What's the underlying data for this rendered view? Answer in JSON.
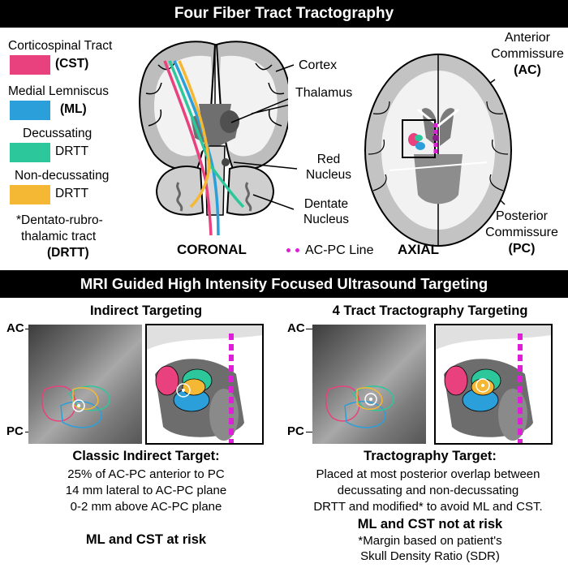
{
  "banners": {
    "top": "Four Fiber Tract Tractography",
    "bottom": "MRI Guided High Intensity Focused Ultrasound Targeting"
  },
  "legend": {
    "cst_name": "Corticospinal Tract",
    "cst_abbr": "(CST)",
    "ml_name": "Medial Lemniscus",
    "ml_abbr": "(ML)",
    "dec_name": "Decussating",
    "dec_abbr": "DRTT",
    "nondec_name": "Non-decussating",
    "nondec_abbr": "DRTT",
    "footnote_l1": "*Dentato-rubro-",
    "footnote_l2": "thalamic tract",
    "footnote_l3": "(DRTT)"
  },
  "coronal": {
    "cortex": "Cortex",
    "thalamus": "Thalamus",
    "red_l1": "Red",
    "red_l2": "Nucleus",
    "dentate_l1": "Dentate",
    "dentate_l2": "Nucleus",
    "view": "CORONAL"
  },
  "axial": {
    "ac_l1": "Anterior",
    "ac_l2": "Commissure",
    "ac_abbr": "(AC)",
    "pc_l1": "Posterior",
    "pc_l2": "Commissure",
    "pc_abbr": "(PC)",
    "acpc": "AC-PC Line",
    "view": "AXIAL"
  },
  "indirect": {
    "title": "Indirect Targeting",
    "ac": "AC",
    "pc": "PC",
    "subtitle": "Classic Indirect Target:",
    "l1": "25% of AC-PC anterior to PC",
    "l2": "14 mm lateral to AC-PC plane",
    "l3": "0-2 mm above AC-PC plane",
    "risk": "ML and CST at risk"
  },
  "tract": {
    "title": "4 Tract Tractography Targeting",
    "ac": "AC",
    "pc": "PC",
    "subtitle": "Tractography Target:",
    "l1": "Placed at most posterior overlap between",
    "l2": "decussating and non-decussating",
    "l3": "DRTT and modified* to avoid ML and CST.",
    "risk": "ML and CST not at risk",
    "m1": "*Margin based on patient's",
    "m2": "Skull Density Ratio (SDR)"
  },
  "colors": {
    "cst": "#e8417e",
    "ml": "#2b9fd9",
    "dec": "#2cc79b",
    "nondec": "#f5b834",
    "acpc": "#e01ed8"
  }
}
